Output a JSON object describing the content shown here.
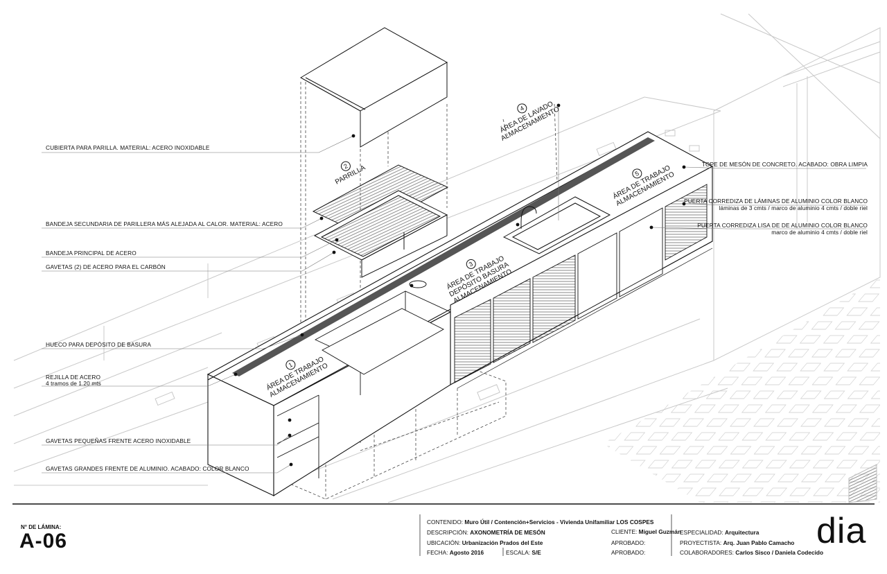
{
  "labels_left": [
    "CUBIERTA  PARA PARILLA. MATERIAL: ACERO INOXIDABLE",
    "BANDEJA SECUNDARIA DE PARILLERA MÁS ALEJADA AL CALOR. MATERIAL: ACERO",
    "BANDEJA PRINCIPAL DE ACERO",
    "GAVETAS (2) DE ACERO PARA EL CARBÓN",
    "HUECO PARA DEPÓSITO DE BASURA",
    "REJILLA DE ACERO",
    "4 tramos de 1.20 mts",
    "GAVETAS PEQUEÑAS FRENTE ACERO INOXIDABLE",
    "GAVETAS GRANDES FRENTE DE ALUMINIO. ACABADO: COLOR BLANCO"
  ],
  "labels_right": [
    "TOPE DE MESÓN DE CONCRETO. ACABADO: OBRA LIMPIA",
    "PUERTA CORREDIZA DE LÁMINAS DE ALUMINIO COLOR BLANCO",
    "láminas de 3 cmts / marco de aluminio 4 cmts / doble riel",
    "PUERTA CORREDIZA LISA DE DE ALUMINIO COLOR BLANCO",
    "marco de aluminio 4 cmts / doble riel"
  ],
  "zones": [
    {
      "num": "1",
      "line1": "ÁREA DE TRABAJO",
      "line2": "ALMACENAMIENTO",
      "line3": ""
    },
    {
      "num": "2",
      "line1": "PARRILLA",
      "line2": "",
      "line3": ""
    },
    {
      "num": "3",
      "line1": "ÁREA DE TRABAJO",
      "line2": "DEPÓSITO BASURA",
      "line3": "ALMACENAMIENTO"
    },
    {
      "num": "4",
      "line1": "ÁREA DE LAVADO",
      "line2": "ALMACENAMIENTO",
      "line3": ""
    },
    {
      "num": "5",
      "line1": "ÁREA DE TRABAJO",
      "line2": "ALMACENAMIENTO",
      "line3": ""
    }
  ],
  "title_block": {
    "sheet_label": "N° DE LÁMINA:",
    "sheet_number": "A-06",
    "contenido_k": "CONTENIDO:",
    "contenido_v": "Muro Útil / Contención+Servicios - Vivienda Unifamiliar LOS COSPES",
    "descripcion_k": "DESCRIPCIÓN:",
    "descripcion_v": "AXONOMETRÍA DE MESÓN",
    "ubicacion_k": "UBICACIÓN:",
    "ubicacion_v": "Urbanización Prados del Este",
    "fecha_k": "FECHA:",
    "fecha_v": "Agosto 2016",
    "escala_k": "ESCALA:",
    "escala_v": "S/E",
    "cliente_k": "CLIENTE:",
    "cliente_v": "Miguel Guzmán",
    "aprobado1_k": "APROBADO:",
    "aprobado2_k": "APROBADO:",
    "especialidad_k": "ESPECIALIDAD:",
    "especialidad_v": "Arquitectura",
    "proyectista_k": "PROYECTISTA:",
    "proyectista_v": "Arq. Juan Pablo Camacho",
    "colaboradores_k": "COLABORADORES:",
    "colaboradores_v": "Carlos Sisco / Daniela Codecido",
    "logo": "dia"
  }
}
